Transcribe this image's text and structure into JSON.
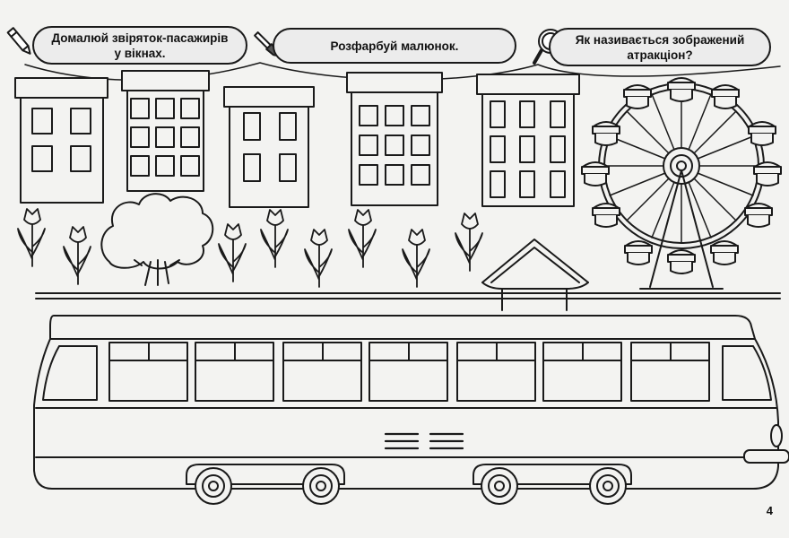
{
  "tasks": {
    "draw_passengers": "Домалюй звіряток-пасажирів у вікнах.",
    "color_picture": "Розфарбуй малюнок.",
    "name_attraction": "Як називається зображений атракціон?"
  },
  "page_number": "4",
  "colors": {
    "line": "#1a1a1a",
    "paper": "#f3f3f1",
    "bubble": "#ececec"
  },
  "icons": [
    "pencil-icon",
    "brush-icon",
    "magnifier-icon"
  ]
}
